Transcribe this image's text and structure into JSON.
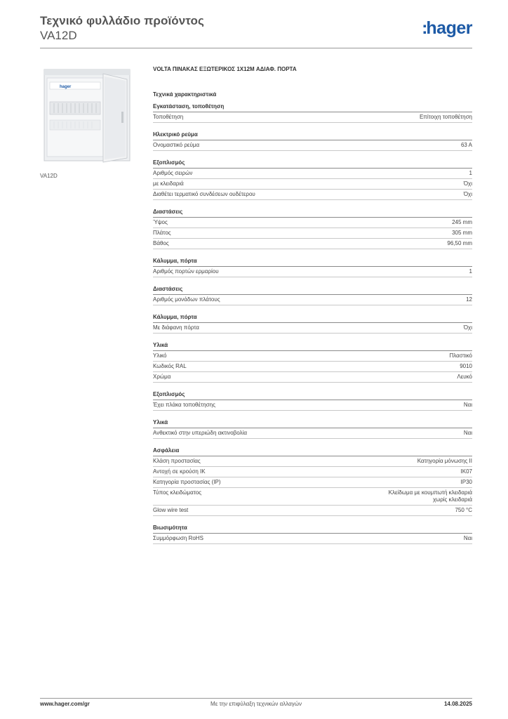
{
  "header": {
    "title": "Τεχνικό φυλλάδιο προϊόντος",
    "code": "VA12D",
    "logo_colon": ":",
    "logo_text": "hager",
    "brand_color": "#1d5aa6"
  },
  "image": {
    "caption": "VA12D",
    "logo_text": "hager"
  },
  "product": {
    "name": "VOLTA ΠΙΝΑΚΑΣ ΕΞΩΤΕΡΙΚΟΣ 1X12M ΑΔΙΑΦ. ΠΟΡΤΑ",
    "section_title": "Τεχνικά χαρακτηριστικά"
  },
  "groups": [
    {
      "title": "Εγκατάσταση, τοποθέτηση",
      "rows": [
        {
          "label": "Τοποθέτηση",
          "value": [
            "Επίτοιχη τοποθέτηση"
          ]
        }
      ]
    },
    {
      "title": "Ηλεκτρικό ρεύμα",
      "rows": [
        {
          "label": "Ονομαστικό ρεύμα",
          "value": [
            "63 A"
          ]
        }
      ]
    },
    {
      "title": "Εξοπλισμός",
      "rows": [
        {
          "label": "Αριθμός σειρών",
          "value": [
            "1"
          ]
        },
        {
          "label": "με κλειδαριά",
          "value": [
            "Όχι"
          ]
        },
        {
          "label": "Διαθέτει τερματικό συνδέσεων ουδέτερου",
          "value": [
            "Όχι"
          ]
        }
      ]
    },
    {
      "title": "Διαστάσεις",
      "rows": [
        {
          "label": "Ύψος",
          "value": [
            "245 mm"
          ]
        },
        {
          "label": "Πλάτος",
          "value": [
            "305 mm"
          ]
        },
        {
          "label": "Βάθος",
          "value": [
            "96,50 mm"
          ]
        }
      ]
    },
    {
      "title": "Κάλυμμα, πόρτα",
      "rows": [
        {
          "label": "Αριθμός πορτών ερμαρίου",
          "value": [
            "1"
          ]
        }
      ]
    },
    {
      "title": "Διαστάσεις",
      "rows": [
        {
          "label": "Αριθμός μονάδων πλάτους",
          "value": [
            "12"
          ]
        }
      ]
    },
    {
      "title": "Κάλυμμα, πόρτα",
      "rows": [
        {
          "label": "Με διάφανη πόρτα",
          "value": [
            "Όχι"
          ]
        }
      ]
    },
    {
      "title": "Υλικά",
      "rows": [
        {
          "label": "Υλικό",
          "value": [
            "Πλαστικό"
          ]
        },
        {
          "label": "Κωδικός RAL",
          "value": [
            "9010"
          ]
        },
        {
          "label": "Χρώμα",
          "value": [
            "Λευκό"
          ]
        }
      ]
    },
    {
      "title": "Εξοπλισμός",
      "rows": [
        {
          "label": "Έχει πλάκα τοποθέτησης",
          "value": [
            "Ναι"
          ]
        }
      ]
    },
    {
      "title": "Υλικά",
      "rows": [
        {
          "label": "Ανθεκτικό στην υπεριώδη ακτινοβολία",
          "value": [
            "Ναι"
          ]
        }
      ]
    },
    {
      "title": "Ασφάλεια",
      "rows": [
        {
          "label": "Κλάση προστασίας",
          "value": [
            "Κατηγορία μόνωσης II"
          ]
        },
        {
          "label": "Αντοχή σε κρούση IK",
          "value": [
            "IK07"
          ]
        },
        {
          "label": "Κατηγορία προστασίας (IP)",
          "value": [
            "IP30"
          ]
        },
        {
          "label": "Τύπος κλειδώματος",
          "value": [
            "Κλείδωμα με κουμπωτή κλειδαριά",
            "χωρίς κλειδαριά"
          ]
        },
        {
          "label": "Glow wire test",
          "value": [
            "750 °C"
          ]
        }
      ]
    },
    {
      "title": "Βιωσιμότητα",
      "rows": [
        {
          "label": "Συμμόρφωση RoHS",
          "value": [
            "Ναι"
          ]
        }
      ]
    }
  ],
  "footer": {
    "url": "www.hager.com/gr",
    "note": "Με την επιφύλαξη τεχνικών αλλαγών",
    "date": "14.08.2025"
  }
}
